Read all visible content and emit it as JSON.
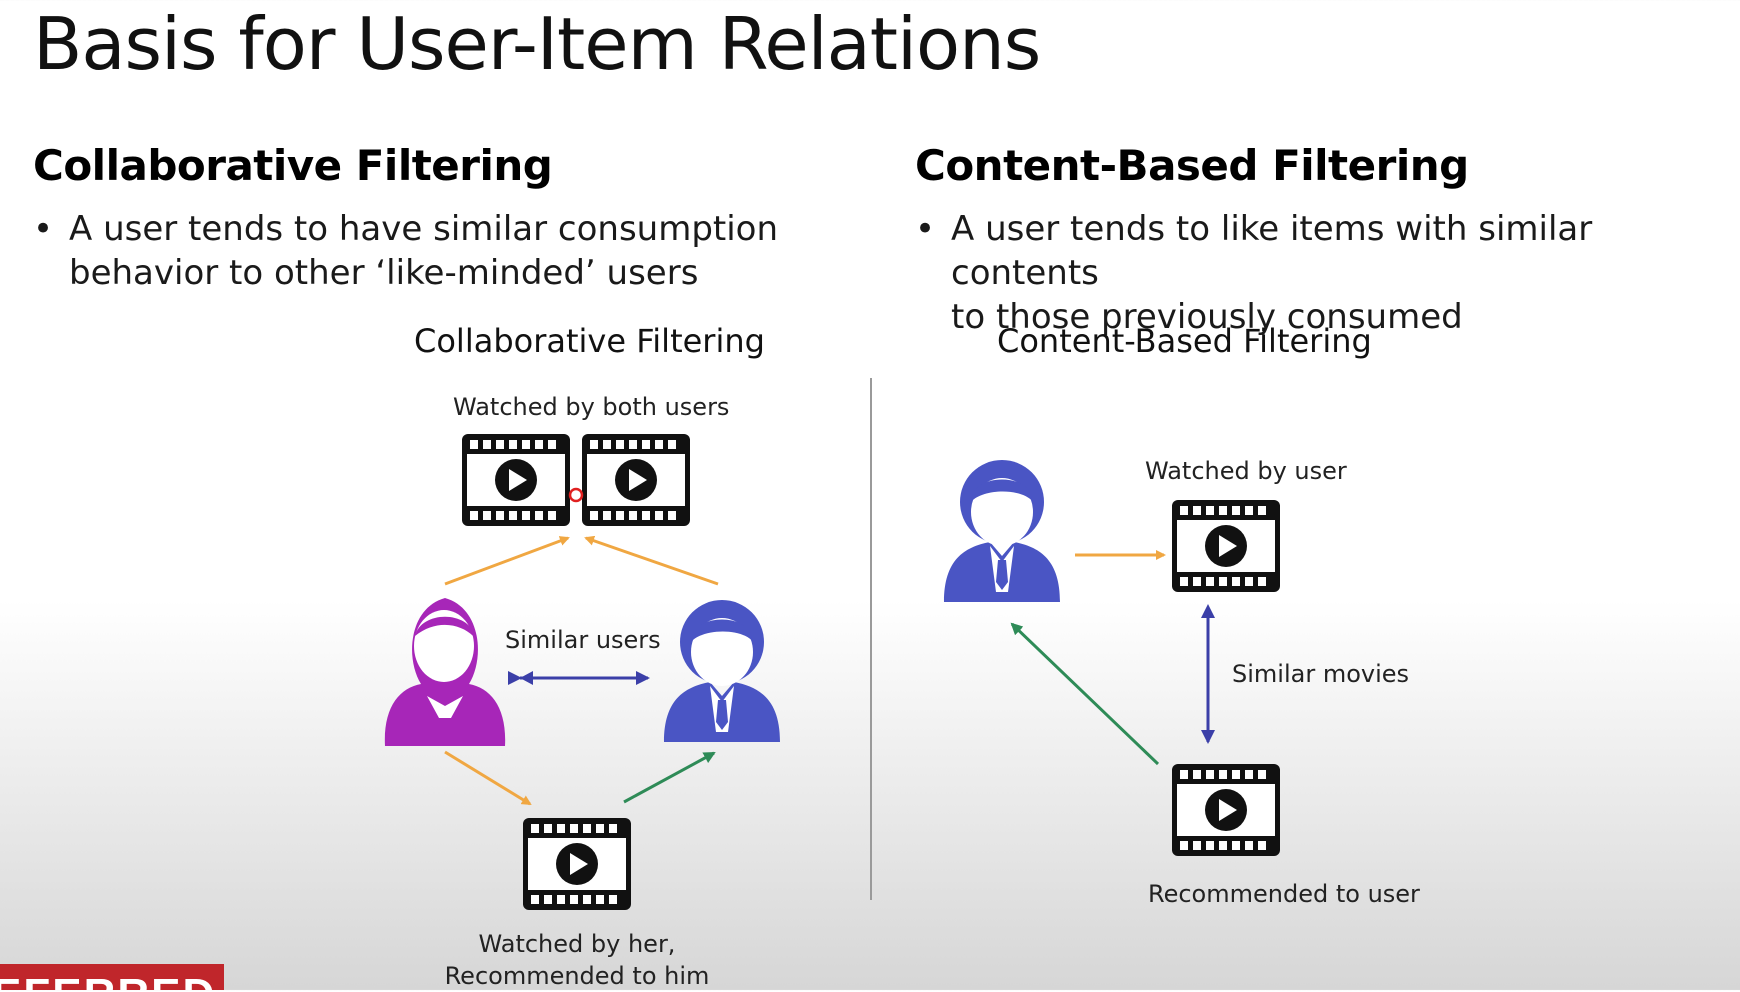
{
  "slide": {
    "title": "Basis for User-Item Relations"
  },
  "left": {
    "heading": "Collaborative Filtering",
    "bullet_line1": "A user tends to have similar consumption",
    "bullet_line2": "behavior to other ‘like-minded’ users",
    "diagram_title": "Collaborative Filtering",
    "label_top": "Watched by both users",
    "label_middle": "Similar users",
    "label_bottom_1": "Watched by her,",
    "label_bottom_2": "Recommended to him"
  },
  "right": {
    "heading": "Content-Based Filtering",
    "bullet_line1": "A user tends to like items with similar contents",
    "bullet_line2": "to those previously consumed",
    "diagram_title": "Content-Based Filtering",
    "label_watched": "Watched by user",
    "label_similar": "Similar movies",
    "label_recommended": "Recommended to user"
  },
  "bullet_glyph": "•",
  "icons": [
    "film-icon",
    "play-icon",
    "woman-user-icon",
    "man-user-icon"
  ],
  "colors": {
    "orange_arrow": "#f0a742",
    "green_arrow": "#2e8b57",
    "blue_arrow": "#3b3fa8",
    "woman": "#a726b8",
    "man": "#4a55c4",
    "badge": "#c0262b"
  }
}
